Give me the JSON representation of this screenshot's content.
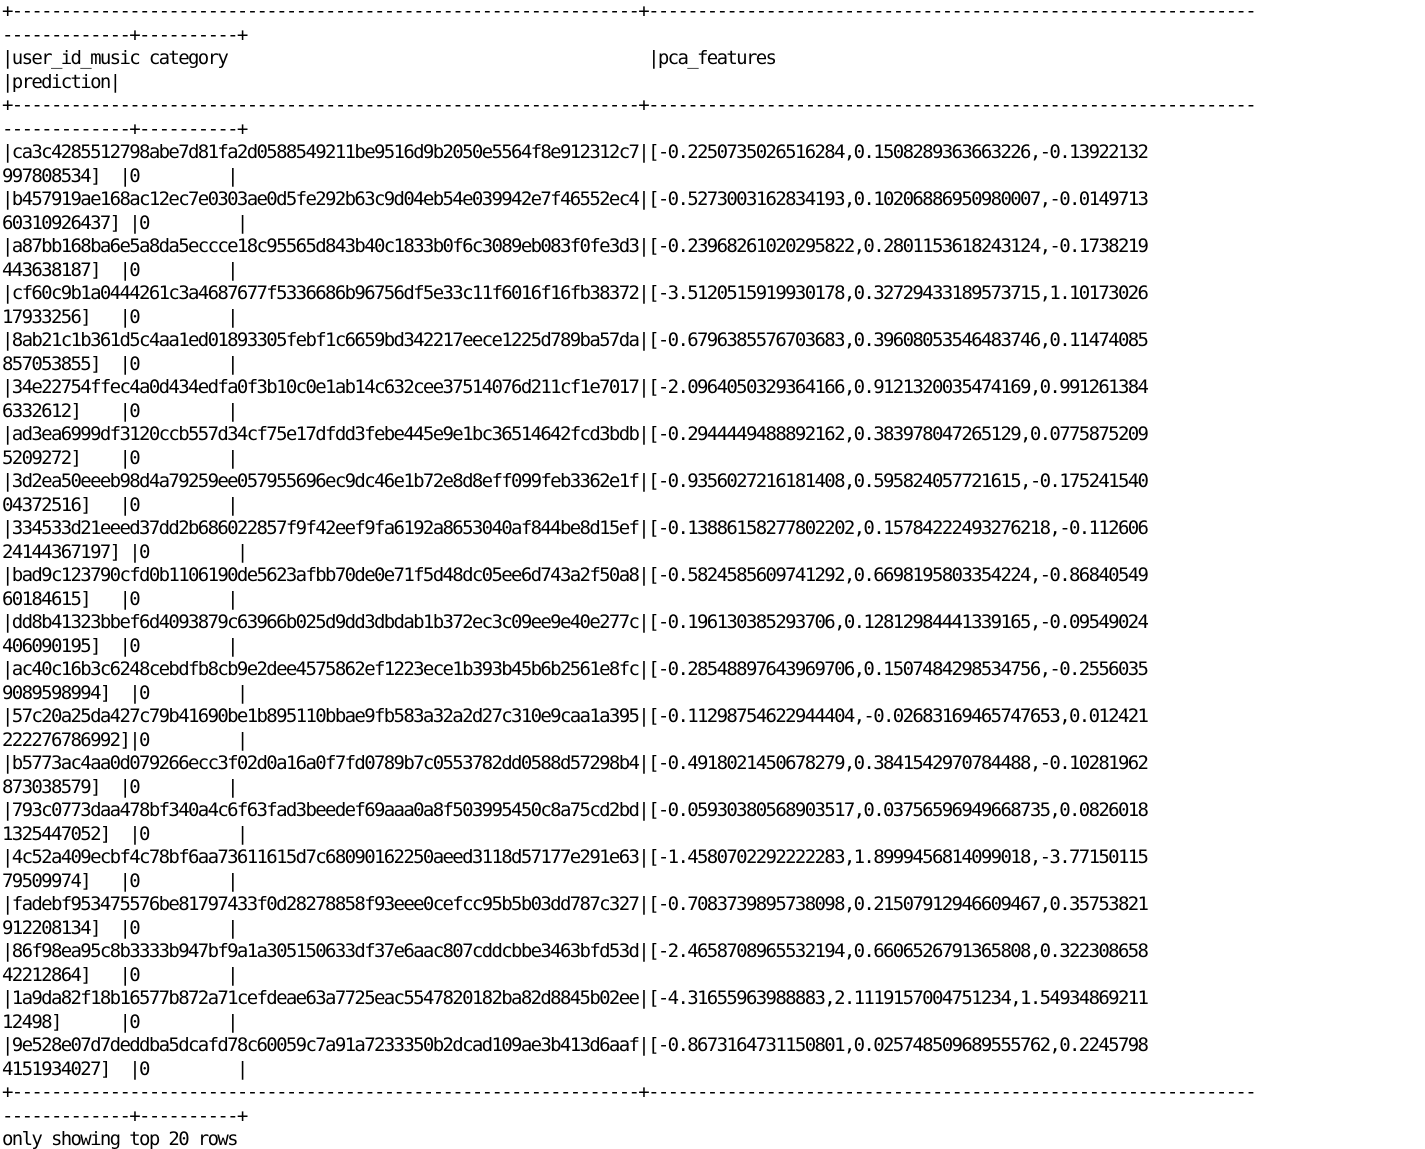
{
  "console": {
    "border_line": "+----------------------------------------------------------------+--------------------------------------------------------------",
    "border_wrap": "-------------+----------+",
    "header": {
      "columns_line": "|user_id_music category                                           |pca_features",
      "wrap_line": "|prediction|"
    },
    "rows": [
      {
        "line": "|ca3c4285512798abe7d81fa2d0588549211be9516d9b2050e5564f8e912312c7|[-0.2250735026516284,0.1508289363663226,-0.13922132",
        "wrap": "997808534]  |0         |"
      },
      {
        "line": "|b457919ae168ac12ec7e0303ae0d5fe292b63c9d04eb54e039942e7f46552ec4|[-0.5273003162834193,0.10206886950980007,-0.0149713",
        "wrap": "60310926437] |0         |"
      },
      {
        "line": "|a87bb168ba6e5a8da5eccce18c95565d843b40c1833b0f6c3089eb083f0fe3d3|[-0.23968261020295822,0.2801153618243124,-0.1738219",
        "wrap": "443638187]  |0         |"
      },
      {
        "line": "|cf60c9b1a0444261c3a4687677f5336686b96756df5e33c11f6016f16fb38372|[-3.5120515919930178,0.32729433189573715,1.10173026",
        "wrap": "17933256]   |0         |"
      },
      {
        "line": "|8ab21c1b361d5c4aa1ed01893305febf1c6659bd342217eece1225d789ba57da|[-0.6796385576703683,0.39608053546483746,0.11474085",
        "wrap": "857053855]  |0         |"
      },
      {
        "line": "|34e22754ffec4a0d434edfa0f3b10c0e1ab14c632cee37514076d211cf1e7017|[-2.0964050329364166,0.9121320035474169,0.991261384",
        "wrap": "6332612]    |0         |"
      },
      {
        "line": "|ad3ea6999df3120ccb557d34cf75e17dfdd3febe445e9e1bc36514642fcd3bdb|[-0.2944449488892162,0.383978047265129,0.0775875209",
        "wrap": "5209272]    |0         |"
      },
      {
        "line": "|3d2ea50eeeb98d4a79259ee057955696ec9dc46e1b72e8d8eff099feb3362e1f|[-0.9356027216181408,0.595824057721615,-0.175241540",
        "wrap": "04372516]   |0         |"
      },
      {
        "line": "|334533d21eeed37dd2b686022857f9f42eef9fa6192a8653040af844be8d15ef|[-0.13886158277802202,0.15784222493276218,-0.112606",
        "wrap": "24144367197] |0         |"
      },
      {
        "line": "|bad9c123790cfd0b1106190de5623afbb70de0e71f5d48dc05ee6d743a2f50a8|[-0.5824585609741292,0.6698195803354224,-0.86840549",
        "wrap": "60184615]   |0         |"
      },
      {
        "line": "|dd8b41323bbef6d4093879c63966b025d9dd3dbdab1b372ec3c09ee9e40e277c|[-0.196130385293706,0.12812984441339165,-0.09549024",
        "wrap": "406090195]  |0         |"
      },
      {
        "line": "|ac40c16b3c6248cebdfb8cb9e2dee4575862ef1223ece1b393b45b6b2561e8fc|[-0.28548897643969706,0.1507484298534756,-0.2556035",
        "wrap": "9089598994]  |0         |"
      },
      {
        "line": "|57c20a25da427c79b41690be1b895110bbae9fb583a32a2d27c310e9caa1a395|[-0.11298754622944404,-0.02683169465747653,0.012421",
        "wrap": "222276786992]|0         |"
      },
      {
        "line": "|b5773ac4aa0d079266ecc3f02d0a16a0f7fd0789b7c0553782dd0588d57298b4|[-0.4918021450678279,0.3841542970784488,-0.10281962",
        "wrap": "873038579]  |0         |"
      },
      {
        "line": "|793c0773daa478bf340a4c6f63fad3beedef69aaa0a8f503995450c8a75cd2bd|[-0.05930380568903517,0.03756596949668735,0.0826018",
        "wrap": "1325447052]  |0         |"
      },
      {
        "line": "|4c52a409ecbf4c78bf6aa73611615d7c68090162250aeed3118d57177e291e63|[-1.4580702292222283,1.8999456814099018,-3.77150115",
        "wrap": "79509974]   |0         |"
      },
      {
        "line": "|fadebf953475576be81797433f0d28278858f93eee0cefcc95b5b03dd787c327|[-0.7083739895738098,0.21507912946609467,0.35753821",
        "wrap": "912208134]  |0         |"
      },
      {
        "line": "|86f98ea95c8b3333b947bf9a1a305150633df37e6aac807cddcbbe3463bfd53d|[-2.4658708965532194,0.6606526791365808,0.322308658",
        "wrap": "42212864]   |0         |"
      },
      {
        "line": "|1a9da82f18b16577b872a71cefdeae63a7725eac5547820182ba82d8845b02ee|[-4.31655963988883,2.1119157004751234,1.54934869211",
        "wrap": "12498]      |0         |"
      },
      {
        "line": "|9e528e07d7deddba5dcafd78c60059c7a91a7233350b2dcad109ae3b413d6aaf|[-0.8673164731150801,0.025748509689555762,0.2245798",
        "wrap": "4151934027]  |0         |"
      }
    ],
    "footer": "only showing top 20 rows"
  }
}
